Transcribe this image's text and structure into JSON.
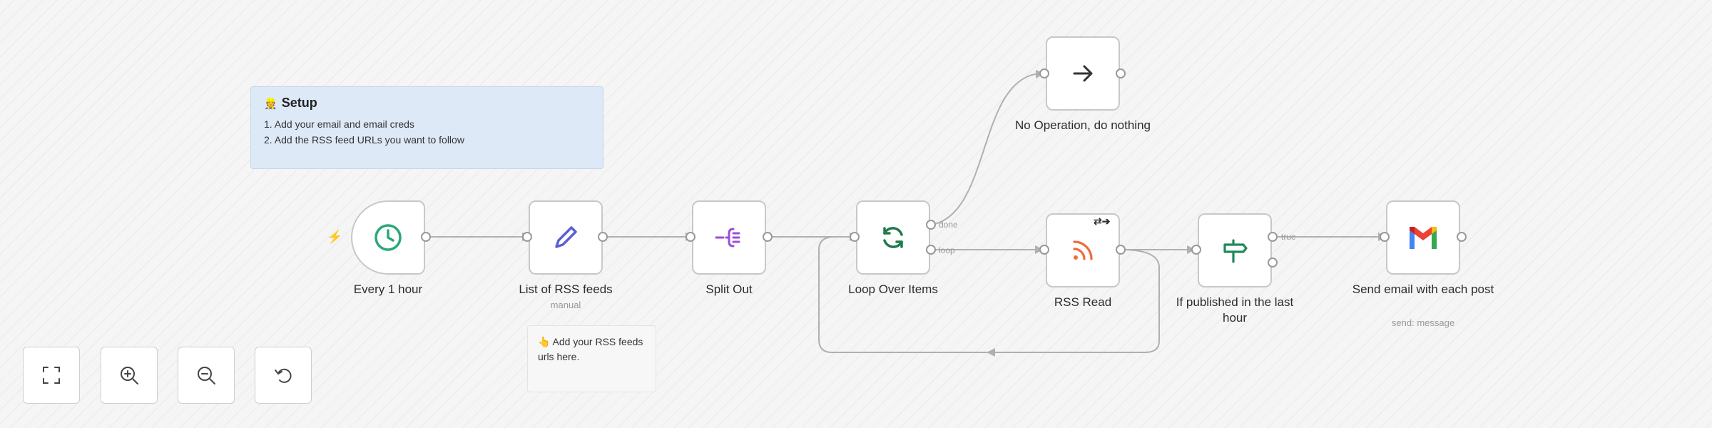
{
  "sticky_setup": {
    "emoji": "👷",
    "title": "Setup",
    "line1": "1. Add your email and email creds",
    "line2": "2. Add the RSS feed URLs you want to follow"
  },
  "sticky_note": {
    "text": "👆 Add your RSS feeds urls here."
  },
  "nodes": {
    "trigger": {
      "label": "Every 1 hour",
      "icon": "clock-icon"
    },
    "list_feeds": {
      "label": "List of RSS feeds",
      "subtitle": "manual",
      "icon": "pencil-icon"
    },
    "split_out": {
      "label": "Split Out",
      "icon": "split-icon"
    },
    "loop": {
      "label": "Loop Over Items",
      "icon": "loop-icon",
      "done_label": "done",
      "loop_label": "loop"
    },
    "noop": {
      "label": "No Operation, do nothing",
      "icon": "arrow-right-icon"
    },
    "rss_read": {
      "label": "RSS Read",
      "icon": "rss-icon",
      "badge": "⇄➔"
    },
    "if_published": {
      "label": "If published in the last hour",
      "icon": "signpost-icon",
      "true_label": "true"
    },
    "send_email": {
      "label": "Send email with each post",
      "subtitle": "send: message",
      "icon": "gmail-icon"
    }
  },
  "controls": {
    "fit": "fit-view-icon",
    "zoom_in": "zoom-in-icon",
    "zoom_out": "zoom-out-icon",
    "reset": "reset-icon"
  },
  "colors": {
    "accent_trigger": "#ff6d5a",
    "clock": "#2aa876",
    "pencil": "#5a5fd6",
    "split": "#9b4dd8",
    "loop": "#1f7a4d",
    "rss": "#f26a3c",
    "if": "#1f8a5a",
    "wire": "#b0b0b0"
  }
}
